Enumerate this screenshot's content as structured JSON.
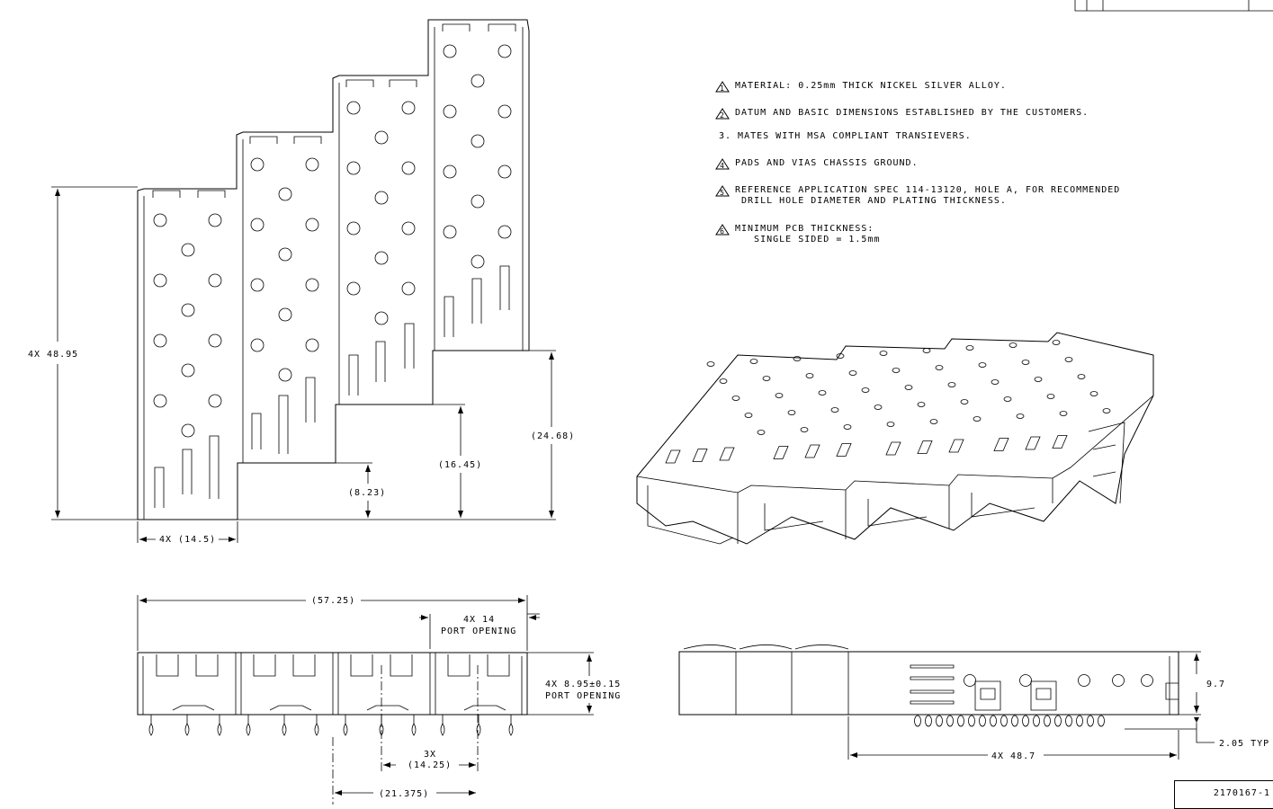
{
  "notes": [
    {
      "flag": "1",
      "text": "MATERIAL: 0.25mm THICK NICKEL SILVER ALLOY."
    },
    {
      "flag": "2",
      "text": "DATUM AND BASIC DIMENSIONS ESTABLISHED BY THE CUSTOMERS."
    },
    {
      "flag": "",
      "text": "3. MATES WITH MSA COMPLIANT TRANSIEVERS."
    },
    {
      "flag": "4",
      "text": "PADS AND VIAS CHASSIS GROUND."
    },
    {
      "flag": "5",
      "text": "REFERENCE APPLICATION SPEC 114-13120, HOLE A, FOR RECOMMENDED\n DRILL HOLE DIAMETER AND PLATING THICKNESS."
    },
    {
      "flag": "6",
      "text": "MINIMUM PCB THICKNESS:\n   SINGLE SIDED = 1.5mm"
    }
  ],
  "dims": {
    "height_4x": "4X 48.95",
    "pitch_4x": "4X (14.5)",
    "step1": "(8.23)",
    "step2": "(16.45)",
    "step3": "(24.68)",
    "overall_width": "(57.25)",
    "port_opening_w_1": "4X 14",
    "port_opening_w_2": "PORT OPENING",
    "port_opening_h_1": "4X 8.95±0.15",
    "port_opening_h_2": "PORT OPENING",
    "pitch_3x_1": "3X",
    "pitch_3x_2": "(14.25)",
    "center_dist": "(21.375)",
    "side_height": "9.7",
    "side_length": "4X 48.7",
    "tail": "2.05 TYP"
  },
  "title_block": {
    "part_number": "2170167-1"
  }
}
